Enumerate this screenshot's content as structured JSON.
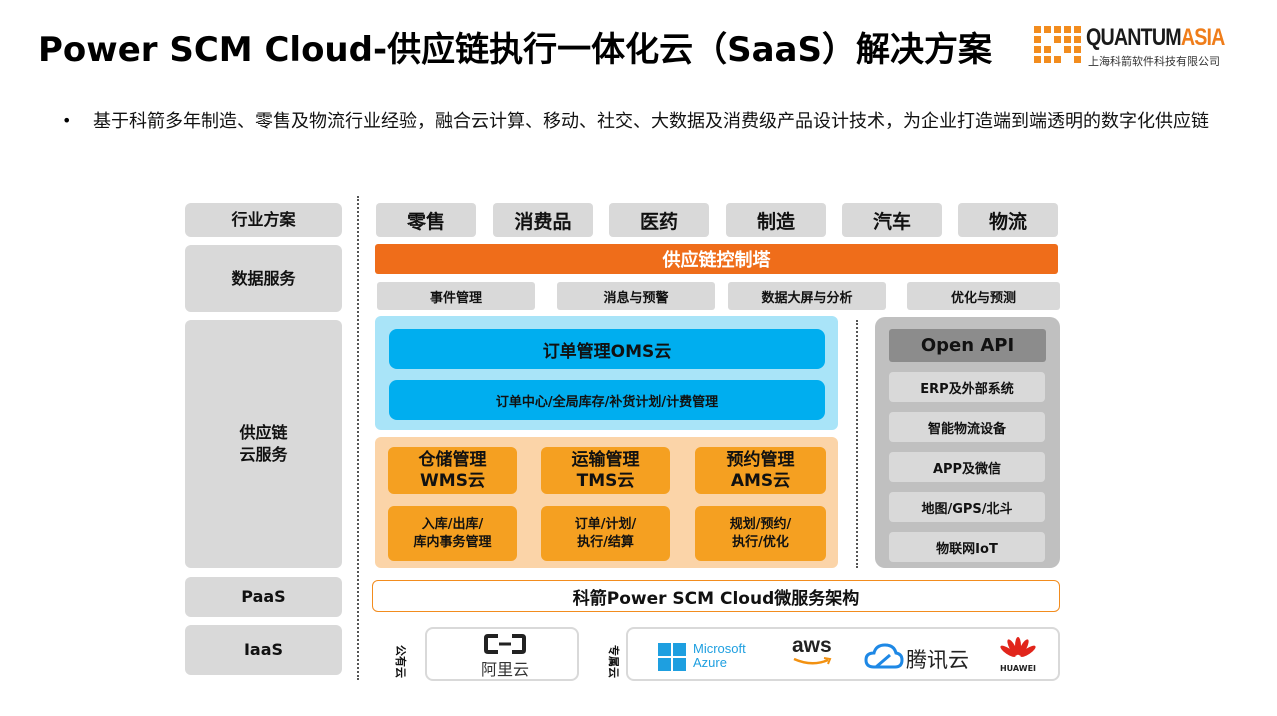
{
  "header": {
    "title": "Power SCM Cloud-供应链执行一体化云（SaaS）解决方案",
    "logo_quantum": "QUANTUM",
    "logo_asia": "ASIA",
    "logo_sub": "上海科箭软件科技有限公司"
  },
  "intro": {
    "bullet": "•",
    "text": "基于科箭多年制造、零售及物流行业经验，融合云计算、移动、社交、大数据及消费级产品设计技术，为企业打造端到端透明的数字化供应链"
  },
  "layers": {
    "industry": "行业方案",
    "data_services": "数据服务",
    "scm_cloud": "供应链\n云服务",
    "paas": "PaaS",
    "iaas": "IaaS"
  },
  "industries": [
    "零售",
    "消费品",
    "医药",
    "制造",
    "汽车",
    "物流"
  ],
  "control_tower": "供应链控制塔",
  "data_services": [
    "事件管理",
    "消息与预警",
    "数据大屏与分析",
    "优化与预测"
  ],
  "oms": {
    "title": "订单管理OMS云",
    "subtitle": "订单中心/全局库存/补货计划/计费管理"
  },
  "modules": [
    {
      "title": "仓储管理\nWMS云",
      "desc": "入库/出库/\n库内事务管理"
    },
    {
      "title": "运输管理\nTMS云",
      "desc": "订单/计划/\n执行/结算"
    },
    {
      "title": "预约管理\nAMS云",
      "desc": "规划/预约/\n执行/优化"
    }
  ],
  "open_api": {
    "title": "Open API",
    "items": [
      "ERP及外部系统",
      "智能物流设备",
      "APP及微信",
      "地图/GPS/北斗",
      "物联网IoT"
    ]
  },
  "paas_bar": "科箭Power SCM Cloud微服务架构",
  "iaas": {
    "public_label": "公有云",
    "private_label": "专属云",
    "aliyun": "阿里云",
    "azure_line1": "Microsoft",
    "azure_line2": "Azure",
    "aws": "aws",
    "tencent": "腾讯云",
    "huawei": "HUAWEI"
  },
  "colors": {
    "orange": "#ef6d1a",
    "module_orange": "#f5a021",
    "blue": "#00aeef",
    "light_blue": "#a9e4f8",
    "grey": "#d9d9d9"
  }
}
